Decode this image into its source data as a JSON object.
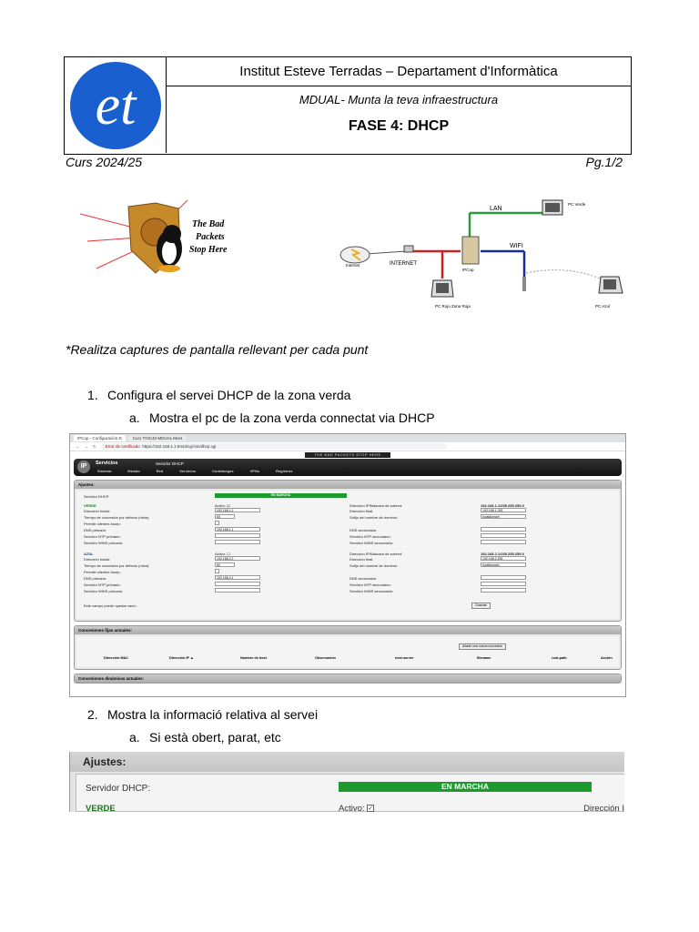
{
  "header": {
    "institution": "Institut Esteve Terradas – Departament d'Informàtica",
    "module": "MDUAL- Munta la teva infraestructura",
    "phase": "FASE 4: DHCP",
    "logo_text": "et"
  },
  "course": "Curs 2024/25",
  "page": "Pg.1/2",
  "bad_packets_text": [
    "The Bad",
    "Packets",
    "Stop Here"
  ],
  "network": {
    "lan": "LAN",
    "pc_verde": "PC Verde",
    "wifi": "WIFI",
    "internet_cloud": "Internet",
    "internet": "INTERNET",
    "ipcop": "IPCop",
    "pc_rojo": "PC Rojo\nZona Roja",
    "pc_azul": "PC Azul"
  },
  "note": "*Realitza captures de pantalla rellevant per cada punt",
  "items": [
    {
      "num": "1.",
      "text": "Configura el servei DHCP de la zona verda",
      "sub": {
        "num": "a.",
        "text": "Mostra el pc de la zona verda connectat via DHCP"
      }
    },
    {
      "num": "2.",
      "text": "Mostra la informació relativa al servei",
      "sub": {
        "num": "a.",
        "text": "Si està obert, parat, etc"
      }
    }
  ],
  "shot1": {
    "tab1": "IPCop - Configuración D",
    "tab2": "Curs TINC40-MDUAL Munt",
    "cert_warning": "Error de certificado",
    "url": "https://192.168.1.1:8443/cgi-bin/dhcp.cgi",
    "banner": "THE BAD PACKETS STOP HERE",
    "logo": "IP",
    "title": "Servicios",
    "subtitle": "Servidor DHCP",
    "menu": [
      "Sistema",
      "Estado",
      "Red",
      "Servicios",
      "Cortafuegos",
      "VPNs",
      "Registros"
    ],
    "ajustes": "Ajustes:",
    "server_label": "Servidor DHCP:",
    "status": "EN MARCHA",
    "verde": "VERDE",
    "azul": "AZUL",
    "activo": "Activo:",
    "labels_left": [
      "Dirección inicial:",
      "Tiempo de concesión por defecto (mins):",
      "Permitir clientes bootp:",
      "DNS primario:",
      "Servidor NTP primario:",
      "Servidor WINS primario:"
    ],
    "labels_right": [
      "Dirección IP/Máscara de subred:",
      "Dirección final:",
      "Sufijo del nombre de dominio:",
      "DNS secundario:",
      "Servidor NTP secundario:",
      "Servidor WINS secundario:"
    ],
    "verde_values": {
      "start": "192.168.1.2",
      "lease": "60",
      "dns": "192.168.1.1",
      "subnet": "192.168.1.1/255.255.255.0",
      "end": "192.168.1.253",
      "domain": "localdomain"
    },
    "azul_values": {
      "start": "192.168.2.2",
      "lease": "60",
      "dns": "192.168.2.1",
      "subnet": "192.168.2.1/255.255.255.0",
      "end": "192.168.2.253",
      "domain": "localdomain"
    },
    "empty_note": "Este campo puede quedar vacío.",
    "save": "Guardar",
    "fixed": "Concesiones fijas actuales:",
    "add_fixed": "Añadir una nueva concesión",
    "columns": [
      "Dirección MAC",
      "Dirección IP",
      "Nombre de host",
      "Observación",
      "next-server",
      "filename",
      "root-path",
      "Acción"
    ],
    "dynamic": "Concesiones dinámicas actuales:"
  },
  "shot2": {
    "ajustes": "Ajustes:",
    "server_label": "Servidor DHCP:",
    "status": "EN MARCHA",
    "verde": "VERDE",
    "activo": "Activo:",
    "direccion": "Dirección I"
  }
}
